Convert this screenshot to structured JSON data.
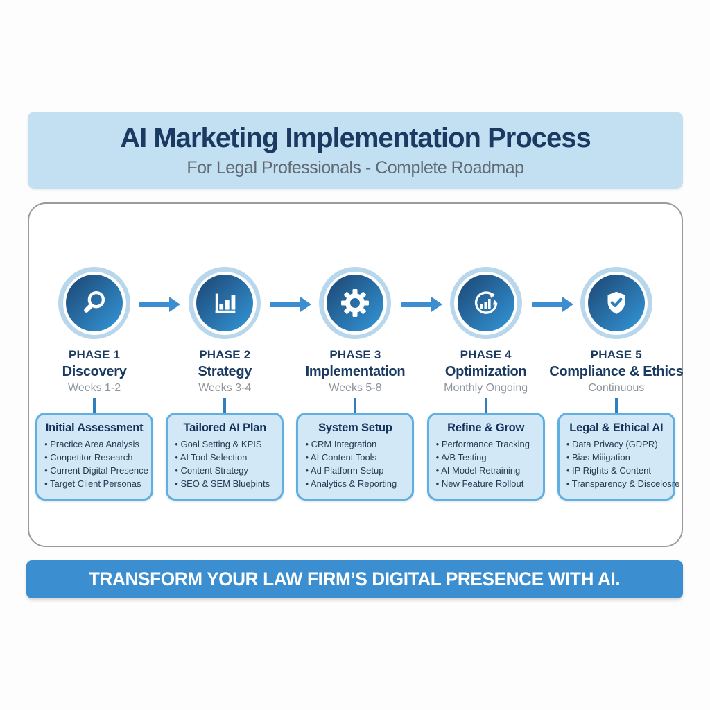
{
  "header": {
    "title": "AI Marketing Implementation Process",
    "subtitle": "For Legal Professionals - Complete Roadmap"
  },
  "phases": [
    {
      "label": "PHASE 1",
      "name": "Discovery",
      "duration": "Weeks 1-2",
      "icon": "magnifier-icon",
      "box": {
        "title": "Initial Assessment",
        "items": [
          "Practice Area Analysis",
          "Conpetitor Research",
          "Current Digital Presence",
          "Target Client Personas"
        ]
      }
    },
    {
      "label": "PHASE 2",
      "name": "Strategy",
      "duration": "Weeks 3-4",
      "icon": "bar-chart-icon",
      "box": {
        "title": "Tailored AI Plan",
        "items": [
          "Goal Setting & KPIS",
          "AI Tool Selection",
          "Content Strategy",
          "SEO & SEM Blueþints"
        ]
      }
    },
    {
      "label": "PHASE 3",
      "name": "Implementation",
      "duration": "Weeks 5-8",
      "icon": "gear-icon",
      "box": {
        "title": "System Setup",
        "items": [
          "CRM Integration",
          "AI Content Tools",
          "Ad Platform Setup",
          "Analytics & Reporting"
        ]
      }
    },
    {
      "label": "PHASE 4",
      "name": "Optimization",
      "duration": "Monthly Ongoing",
      "icon": "refresh-chart-icon",
      "box": {
        "title": "Refine & Grow",
        "items": [
          "Performance Tracking",
          "A/B Testing",
          "AI Model Retraining",
          "New Feature Rollout"
        ]
      }
    },
    {
      "label": "PHASE 5",
      "name": "Compliance & Ethics",
      "duration": "Continuous",
      "icon": "shield-check-icon",
      "box": {
        "title": "Legal & Ethical AI",
        "items": [
          "Data Privacy (GDPR)",
          "Bias Miiigation",
          "IP Rights & Content",
          "Transparency & Discelosre"
        ]
      }
    }
  ],
  "footer": {
    "banner": "TRANSFORM YOUR LAW FIRM’S DIGITAL PRESENCE WITH AI."
  },
  "colors": {
    "header_bg": "#c3e0f2",
    "navy": "#1a3a61",
    "subtitle_gray": "#5f6a73",
    "panel_border": "#9a9a9a",
    "ring_light": "#b9d7ec",
    "circle_dark": "#1f4d7c",
    "circle_light": "#3293d4",
    "accent": "#3d8ed0",
    "connector_blue": "#2d7fc0",
    "box_bg": "#d2e8f7",
    "box_border": "#5fb0e0",
    "box_title": "#13315a",
    "bullet_text": "#253c52",
    "duration_gray": "#8d949c",
    "footer_bg": "#3b8fd0"
  }
}
